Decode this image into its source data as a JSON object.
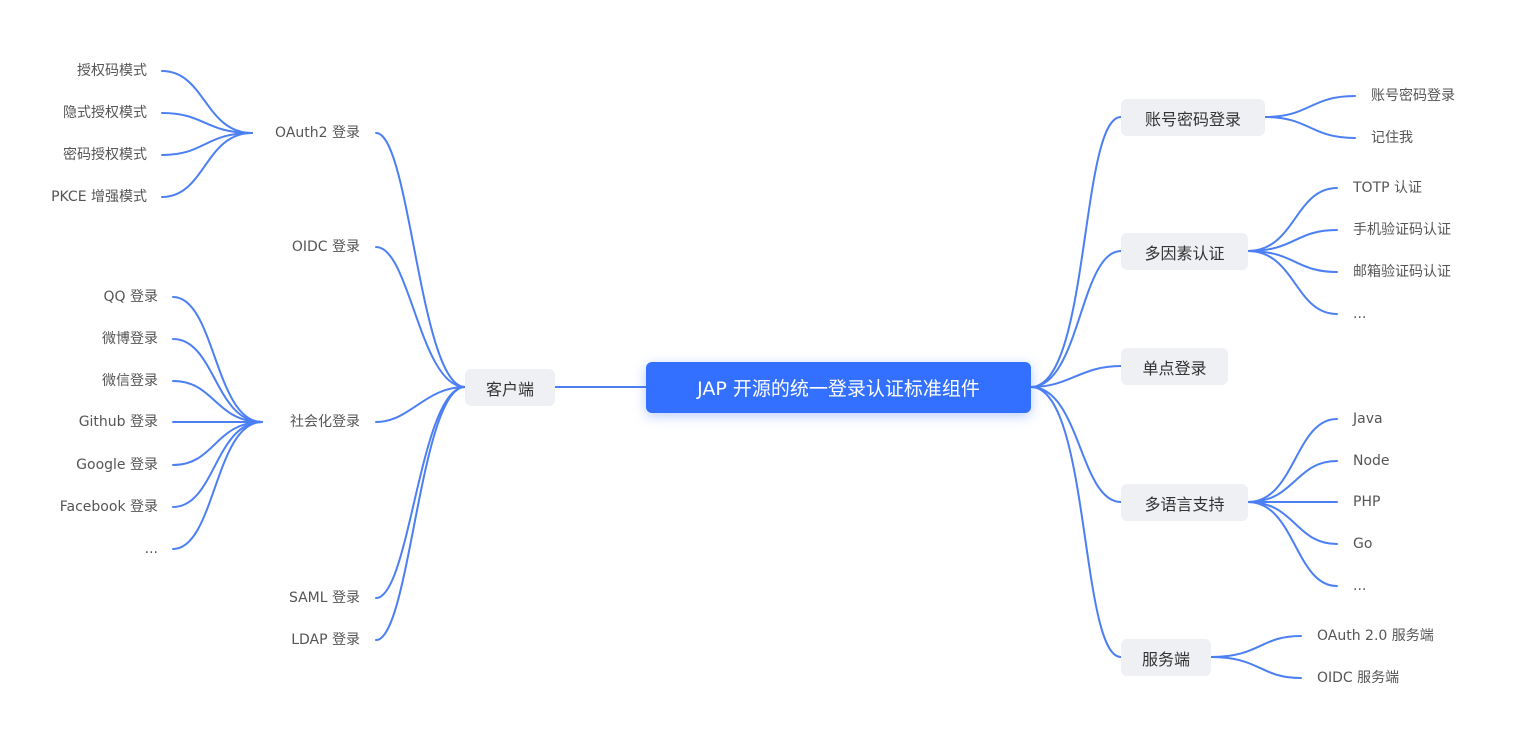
{
  "diagram": {
    "type": "mind-map",
    "edge_color": "#4b7ff2",
    "root": {
      "label": "JAP 开源的统一登录认证标准组件",
      "color": "#3370ff"
    },
    "left": {
      "branch": {
        "label": "客户端"
      },
      "children": [
        {
          "label": "OAuth2 登录",
          "children": [
            "授权码模式",
            "隐式授权模式",
            "密码授权模式",
            "PKCE 增强模式"
          ]
        },
        {
          "label": "OIDC 登录",
          "children": []
        },
        {
          "label": "社会化登录",
          "children": [
            "QQ 登录",
            "微博登录",
            "微信登录",
            "Github 登录",
            "Google 登录",
            "Facebook 登录",
            "..."
          ]
        },
        {
          "label": "SAML 登录",
          "children": []
        },
        {
          "label": "LDAP 登录",
          "children": []
        }
      ]
    },
    "right": {
      "branches": [
        {
          "label": "账号密码登录",
          "children": [
            "账号密码登录",
            "记住我"
          ]
        },
        {
          "label": "多因素认证",
          "children": [
            "TOTP 认证",
            "手机验证码认证",
            "邮箱验证码认证",
            "..."
          ]
        },
        {
          "label": "单点登录",
          "children": []
        },
        {
          "label": "多语言支持",
          "children": [
            "Java",
            "Node",
            "PHP",
            "Go",
            "..."
          ]
        },
        {
          "label": "服务端",
          "children": [
            "OAuth 2.0 服务端",
            "OIDC 服务端"
          ]
        }
      ]
    }
  }
}
